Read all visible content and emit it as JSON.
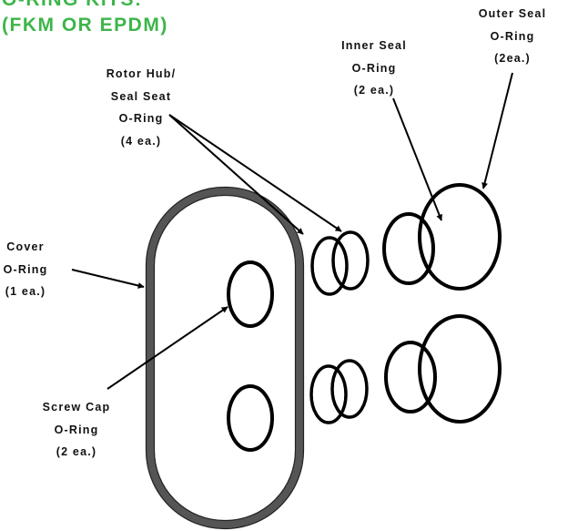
{
  "heading": {
    "line1": "O-RING KITS:",
    "line2": "(FKM OR EPDM)",
    "color": "#3db54a"
  },
  "labels": {
    "outer_seal": [
      "Outer Seal",
      "O-Ring",
      "(2ea.)"
    ],
    "inner_seal": [
      "Inner Seal",
      "O-Ring",
      "(2 ea.)"
    ],
    "rotor_hub": [
      "Rotor Hub/",
      "Seal Seat",
      "O-Ring",
      "(4 ea.)"
    ],
    "cover": [
      "Cover",
      "O-Ring",
      "(1 ea.)"
    ],
    "screw_cap": [
      "Screw Cap",
      "O-Ring",
      "(2 ea.)"
    ]
  },
  "colors": {
    "ring_stroke": "#000000",
    "cover_fill": "#555555",
    "text": "#111111"
  }
}
